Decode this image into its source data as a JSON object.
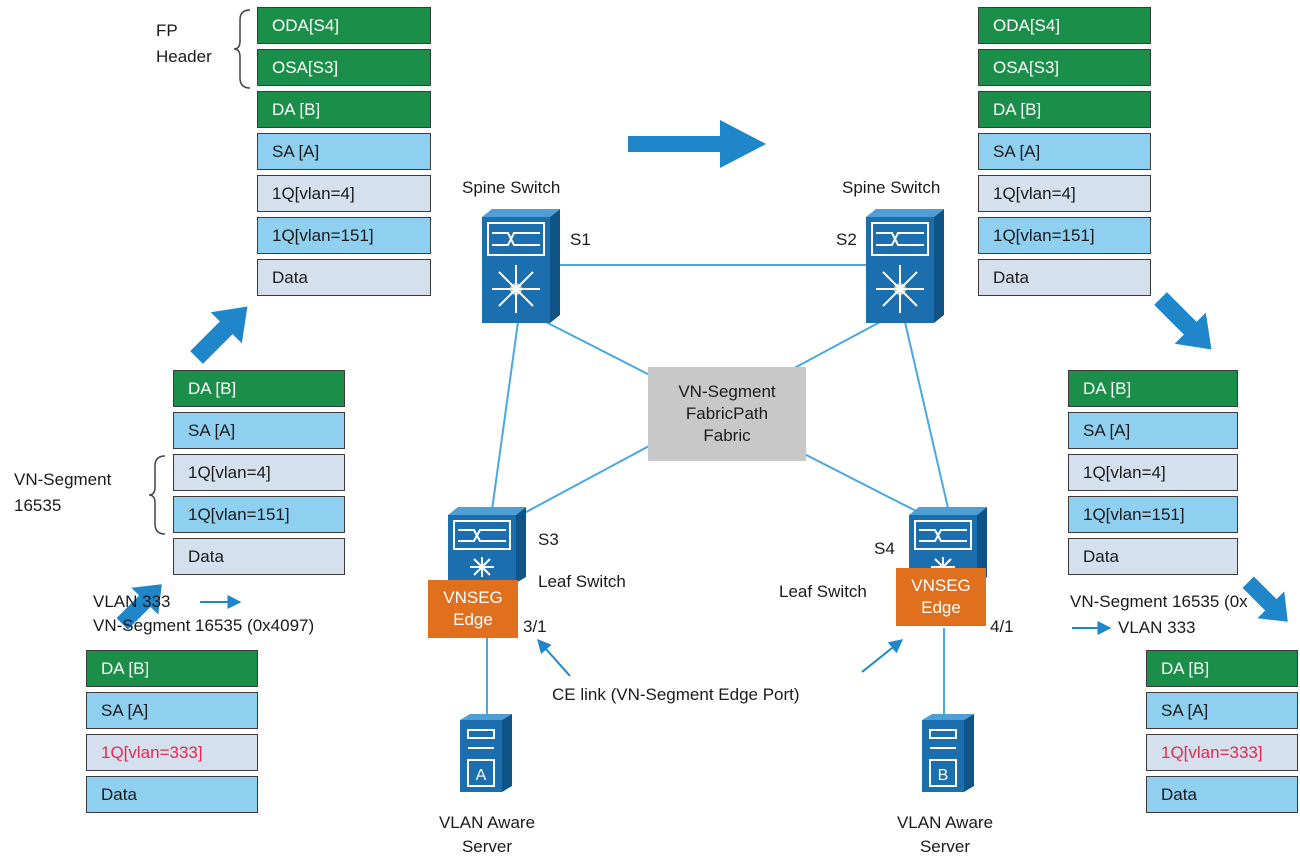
{
  "stack_top_left": {
    "cells": [
      {
        "text": "ODA[S4]",
        "style": "green"
      },
      {
        "text": "OSA[S3]",
        "style": "green"
      },
      {
        "text": "DA [B]",
        "style": "green"
      },
      {
        "text": "SA [A]",
        "style": "blue"
      },
      {
        "text": "1Q[vlan=4]",
        "style": "light"
      },
      {
        "text": "1Q[vlan=151]",
        "style": "blue"
      },
      {
        "text": "Data",
        "style": "light"
      }
    ],
    "brace_label_1": "FP",
    "brace_label_2": "Header"
  },
  "stack_top_right": {
    "cells": [
      {
        "text": "ODA[S4]",
        "style": "green"
      },
      {
        "text": "OSA[S3]",
        "style": "green"
      },
      {
        "text": "DA [B]",
        "style": "green"
      },
      {
        "text": "SA [A]",
        "style": "blue"
      },
      {
        "text": "1Q[vlan=4]",
        "style": "light"
      },
      {
        "text": "1Q[vlan=151]",
        "style": "blue"
      },
      {
        "text": "Data",
        "style": "light"
      }
    ]
  },
  "stack_mid_left": {
    "cells": [
      {
        "text": "DA [B]",
        "style": "green"
      },
      {
        "text": "SA [A]",
        "style": "blue"
      },
      {
        "text": "1Q[vlan=4]",
        "style": "light"
      },
      {
        "text": "1Q[vlan=151]",
        "style": "blue"
      },
      {
        "text": "Data",
        "style": "light"
      }
    ],
    "brace_label_1": "VN-Segment",
    "brace_label_2": "16535"
  },
  "stack_mid_right": {
    "cells": [
      {
        "text": "DA [B]",
        "style": "green"
      },
      {
        "text": "SA [A]",
        "style": "blue"
      },
      {
        "text": "1Q[vlan=4]",
        "style": "light"
      },
      {
        "text": "1Q[vlan=151]",
        "style": "blue"
      },
      {
        "text": "Data",
        "style": "light"
      }
    ]
  },
  "stack_bottom_left": {
    "cells": [
      {
        "text": "DA [B]",
        "style": "green"
      },
      {
        "text": "SA [A]",
        "style": "blue"
      },
      {
        "text": "1Q[vlan=333]",
        "style": "light red"
      },
      {
        "text": "Data",
        "style": "blue"
      }
    ]
  },
  "stack_bottom_right": {
    "cells": [
      {
        "text": "DA [B]",
        "style": "green"
      },
      {
        "text": "SA [A]",
        "style": "blue"
      },
      {
        "text": "1Q[vlan=333]",
        "style": "light red"
      },
      {
        "text": "Data",
        "style": "blue"
      }
    ]
  },
  "mapping_left": {
    "line1": "VLAN 333",
    "line2": "VN-Segment 16535 (0x4097)"
  },
  "mapping_right": {
    "line1": "VN-Segment 16535 (0x",
    "line2": "VLAN 333"
  },
  "spine1": {
    "title": "Spine Switch",
    "id": "S1"
  },
  "spine2": {
    "title": "Spine Switch",
    "id": "S2"
  },
  "leaf1": {
    "id": "S3",
    "title": "Leaf Switch",
    "port": "3/1",
    "edge_line1": "VNSEG",
    "edge_line2": "Edge"
  },
  "leaf2": {
    "id": "S4",
    "title": "Leaf Switch",
    "port": "4/1",
    "edge_line1": "VNSEG",
    "edge_line2": "Edge"
  },
  "fabric": {
    "line1": "VN-Segment",
    "line2": "FabricPath",
    "line3": "Fabric"
  },
  "ce_link_label": "CE link (VN-Segment Edge Port)",
  "server_a": {
    "letter": "A",
    "line1": "VLAN Aware",
    "line2": "Server"
  },
  "server_b": {
    "letter": "B",
    "line1": "VLAN Aware",
    "line2": "Server"
  },
  "colors": {
    "green": "#1b8f49",
    "blue_cell": "#8fd0f1",
    "light_cell": "#d5e0ee",
    "cisco_blue": "#1b6fae",
    "orange": "#e0701e",
    "arrow": "#1f87c9",
    "red_text": "#e5294f",
    "fabric_gray": "#c8c8c8"
  }
}
